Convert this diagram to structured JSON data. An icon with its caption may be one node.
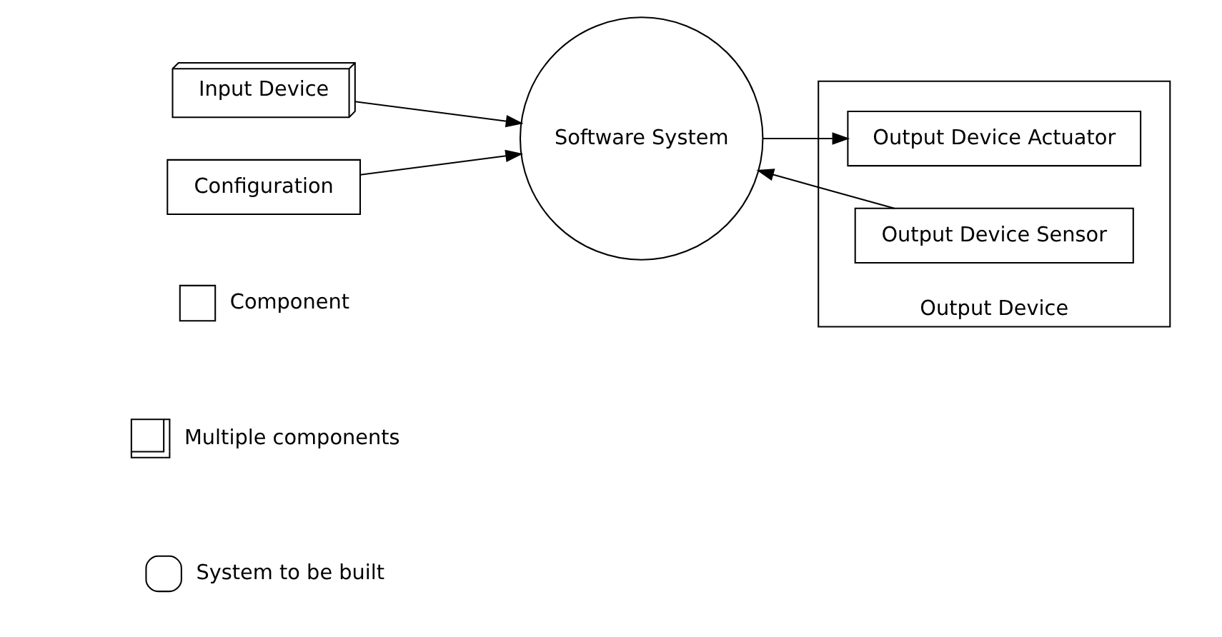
{
  "diagram": {
    "nodes": [
      {
        "text": [
          "Input Device"
        ]
      },
      {
        "text": [
          "Configuration"
        ]
      },
      {
        "text": [
          "Software System"
        ]
      },
      {
        "text": [
          "Output Device"
        ]
      },
      {
        "text": [
          "Output Device Actuator"
        ],
        "in": 3
      },
      {
        "text": [
          "Output Device Sensor"
        ],
        "in": 3
      }
    ],
    "edges": [
      {
        "from": 0,
        "to": 2,
        "arrow": "to"
      },
      {
        "from": 1,
        "to": 2,
        "arrow": "to"
      },
      {
        "from": 2,
        "to": 4,
        "arrow": "to"
      },
      {
        "from": 5,
        "to": 2,
        "arrow": "to"
      }
    ],
    "legend": [
      {
        "text": "Component"
      },
      {
        "text": "Multiple components"
      },
      {
        "text": "System to be built"
      }
    ]
  }
}
